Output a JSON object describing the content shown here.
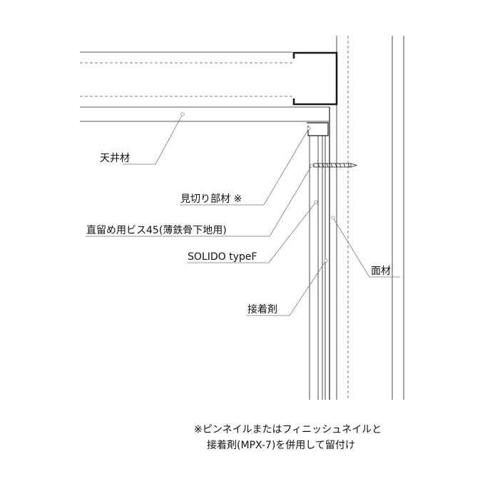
{
  "labels": {
    "ceiling": "天井材",
    "trim": "見切り部材 ※",
    "screw": "直留め用ビス45(薄鉄骨下地用)",
    "board": "SOLIDO typeF",
    "adhesive": "接着剤",
    "facing": "面材"
  },
  "note": {
    "line1": "※ピンネイルまたはフィニッシュネイルと",
    "line2": "接着剤(MPX-7)を併用して留付け"
  },
  "colors": {
    "line": "#1a1a1a",
    "leader": "#777777",
    "hidden": "#555555"
  }
}
